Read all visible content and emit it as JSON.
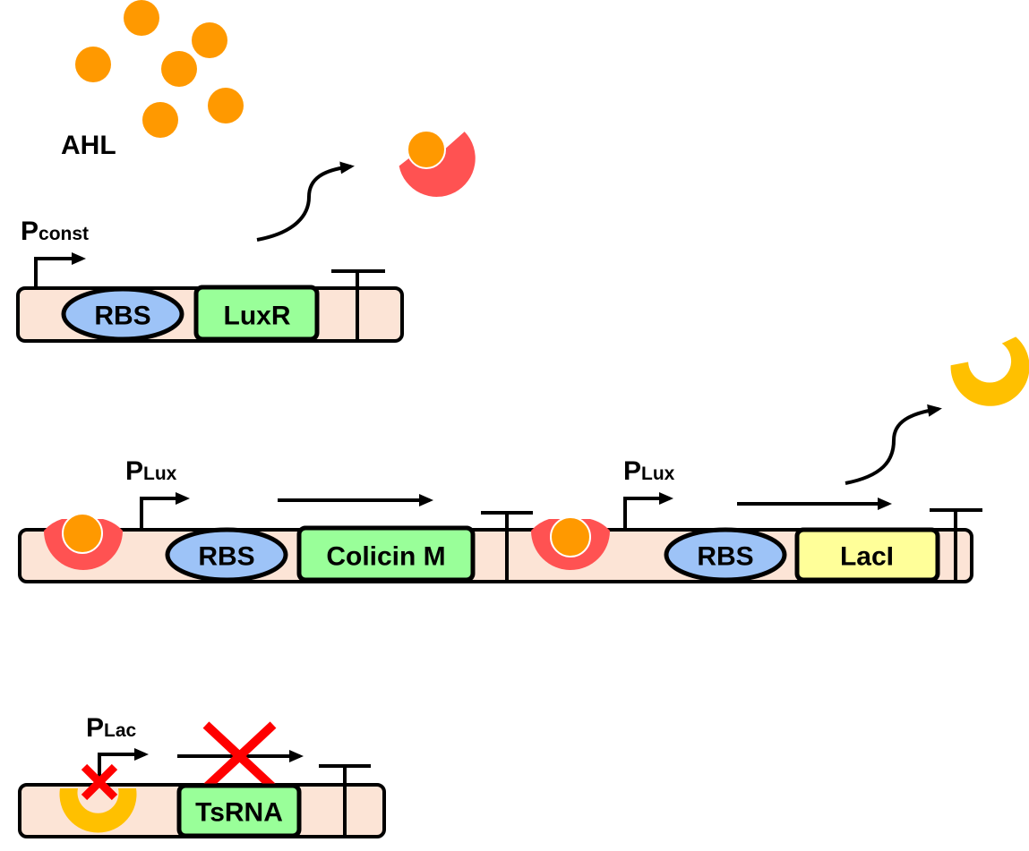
{
  "molecule_label": "AHL",
  "constructs": [
    {
      "promoter": {
        "main": "P",
        "sub": "const"
      },
      "parts": {
        "rbs": "RBS",
        "gene": "LuxR"
      }
    },
    {
      "promoter": {
        "main": "P",
        "sub": "Lux"
      },
      "parts": {
        "rbs": "RBS",
        "gene": "Colicin M"
      },
      "promoter2": {
        "main": "P",
        "sub": "Lux"
      },
      "parts2": {
        "rbs": "RBS",
        "gene": "LacI"
      }
    },
    {
      "promoter": {
        "main": "P",
        "sub": "Lac"
      },
      "parts": {
        "gene": "TsRNA"
      }
    }
  ],
  "colors": {
    "dna_backbone": "#FCE4D6",
    "rbs": "#9DC3F7",
    "gene_green": "#99FF99",
    "gene_yellow": "#FFFF99",
    "ahl": "#FF9900",
    "luxr": "#FF5252",
    "laci": "#FFC000",
    "block_mark": "#FF0000"
  }
}
